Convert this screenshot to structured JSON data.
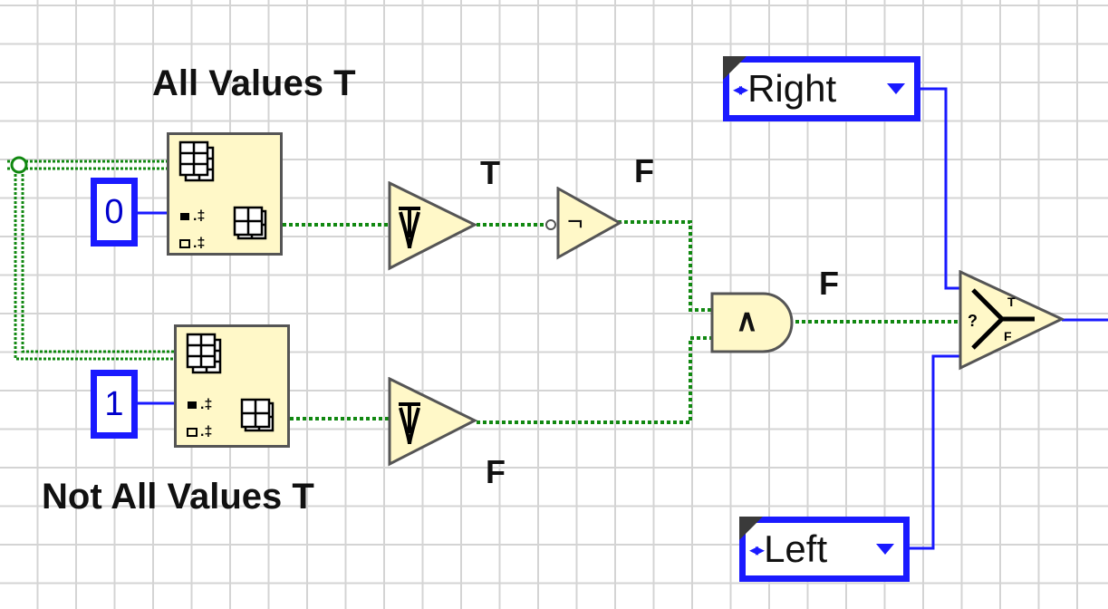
{
  "labels": {
    "all_values": "All Values T",
    "not_all_values": "Not All Values T",
    "or_top_output": "T",
    "not_output": "F",
    "and_output": "F",
    "or_bottom_output": "F"
  },
  "constants": {
    "top_index": "0",
    "bottom_index": "1"
  },
  "rings": {
    "right": "Right",
    "left": "Left"
  },
  "gates": {
    "and_symbol": "∧",
    "not_symbol": "¬"
  },
  "colors": {
    "boolean_wire": "#118811",
    "numeric_wire": "#1a1aff",
    "node_fill": "#fff8c8",
    "node_border": "#555555",
    "grid": "#d4d4d4"
  }
}
